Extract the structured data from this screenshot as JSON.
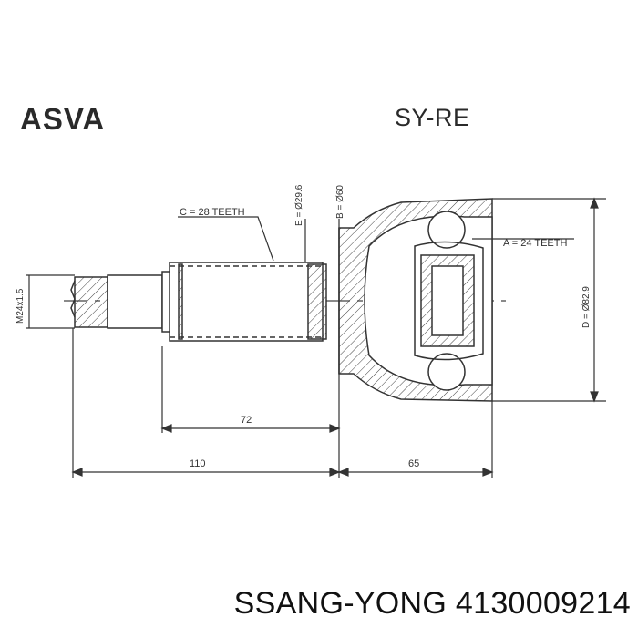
{
  "header": {
    "brand": "ASVA",
    "model_code": "SY-RE"
  },
  "drawing": {
    "labels": {
      "spline_c": "C = 28 TEETH",
      "spline_a": "A = 24 TEETH",
      "seal_e": "E = Ø29.6",
      "seal_b": "B = Ø60",
      "outer_d": "D = Ø82.9",
      "thread": "M24x1.5"
    },
    "dimensions": {
      "shaft_length": "72",
      "total_shaft": "110",
      "housing_length": "65"
    }
  },
  "footer": {
    "caption": "SSANG-YONG 4130009214"
  },
  "colors": {
    "line": "#333333",
    "text": "#111111",
    "background": "#ffffff"
  }
}
